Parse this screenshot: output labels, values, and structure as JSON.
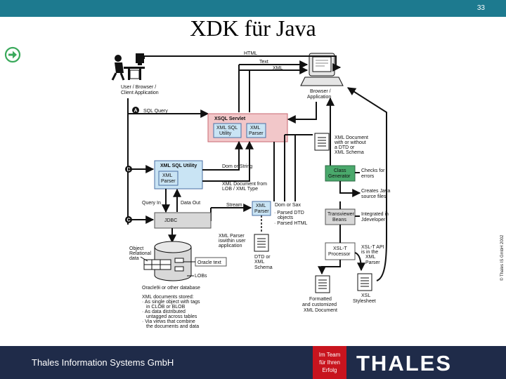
{
  "header": {
    "page_number": "33",
    "title": "XDK für Java"
  },
  "copyright": "© Thales IS GmbH 2002",
  "diagram": {
    "top_labels": {
      "html": "HTML",
      "text": "Text",
      "xml": "XML"
    },
    "user_label": [
      "User / Browser /",
      "Client Application"
    ],
    "browser_label": [
      "Browser /",
      "Application"
    ],
    "markers": {
      "a": "A",
      "b": "B",
      "c": "C"
    },
    "sql_query": "SQL Query",
    "xsql_servlet": "XSQL Servlet",
    "xml_sql_utility_small": [
      "XML SQL",
      "Utility"
    ],
    "xml_parser_small": [
      "XML",
      "Parser"
    ],
    "xml_doc_dtd": [
      "XML Document",
      "with or without",
      "a DTD or",
      "XML Schema"
    ],
    "xml_sql_utility": "XML SQL Utility",
    "xml_parser_b": [
      "XML",
      "Parser"
    ],
    "dom_or_string": "Dom or String",
    "xml_doc_lob": [
      "XML Document from",
      "LOB / XML Type"
    ],
    "class_generator": [
      "Class",
      "Generator"
    ],
    "checks_errors": [
      "Checks for",
      "errors"
    ],
    "creates_java": [
      "Creates Java",
      "source files"
    ],
    "query_in": "Query In",
    "data_out": "Data Out",
    "stream": "Stream",
    "dom_or_sax": "Dom or Sax",
    "xml_parser_c": [
      "XML",
      "Parser"
    ],
    "parsed_items": [
      "· Parsed DTD",
      "objects",
      "· Parsed HTML"
    ],
    "transviewer": [
      "Transviewer",
      "Beans"
    ],
    "integrated": [
      "Integrated in",
      "Jdeveloper"
    ],
    "jdbc": "JDBC",
    "xml_parser_within": [
      "XML Parser",
      "iswithin user",
      "application"
    ],
    "xslt_processor": [
      "XSL-T",
      "Processor"
    ],
    "xslt_api": [
      "XSL-T API",
      "is in the",
      "XML",
      "Parser"
    ],
    "object_relational": [
      "Object",
      "Relational",
      "data"
    ],
    "oracle_text": "Oracle text",
    "dtd_schema": [
      "DTD or",
      "XML",
      "Schema"
    ],
    "lobs": "LOBs",
    "oracle_db": "Oracle9i or other database",
    "formatted_doc": [
      "Formatted",
      "and customized",
      "XML Document"
    ],
    "xsl_stylesheet": [
      "XSL",
      "Stylesheet"
    ],
    "xml_docs_stored": [
      "XML documents stored:",
      "· As single object with tags",
      "in CLOB or BLOB",
      "· As data distributed",
      "untagged across tables",
      "· Via views that combine",
      "the documents and data"
    ]
  },
  "footer": {
    "company": "Thales Information Systems GmbH",
    "slogan": [
      "Im Team",
      "für Ihren",
      "Erfolg"
    ],
    "logo_text": "THALES"
  },
  "colors": {
    "header_bar": "#1d7a8f",
    "footer_bar": "#1f2b49",
    "slogan_red": "#c8141e",
    "servlet_pink": "#f2c7c9",
    "box_blue": "#c9e4f4",
    "box_green": "#4aa96c",
    "box_gray": "#d8d8d8",
    "arrow_icon": "#3aa95b"
  }
}
